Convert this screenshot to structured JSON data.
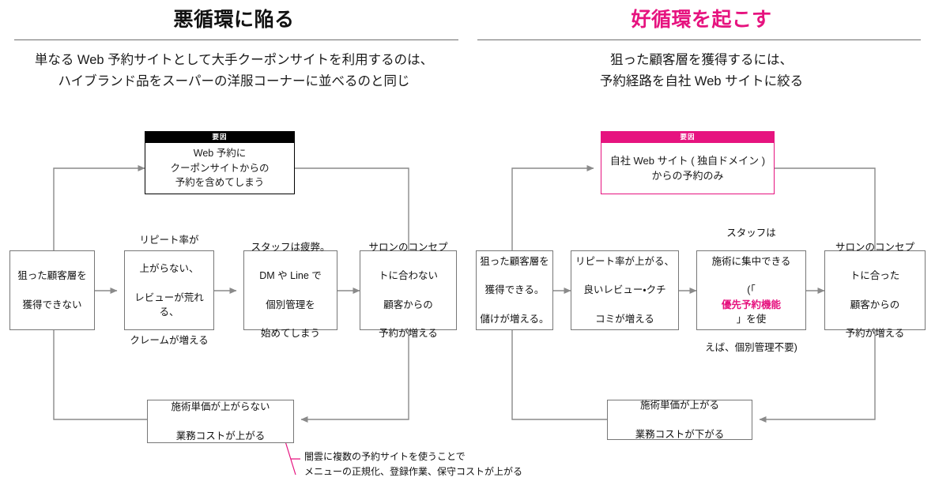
{
  "left": {
    "title": "悪循環に陥る",
    "subtitle_line1": "単なる Web 予約サイトとして大手クーポンサイトを利用するのは、",
    "subtitle_line2": "ハイブランド品をスーパーの洋服コーナーに並べるのと同じ",
    "factor": {
      "header": "要因",
      "line1": "Web 予約に",
      "line2": "クーポンサイトからの",
      "line3": "予約を含めてしまう"
    },
    "nodes": [
      {
        "id": "l1",
        "line1": "狙った顧客層を",
        "line2": "獲得できない"
      },
      {
        "id": "l2",
        "line1": "リピート率が",
        "line2": "上がらない、",
        "line3": "レビューが荒れる、",
        "line4": "クレームが増える"
      },
      {
        "id": "l3",
        "line1": "スタッフは疲弊。",
        "line2": "DM や Line で",
        "line3": "個別管理を",
        "line4": "始めてしまう"
      },
      {
        "id": "l4",
        "line1": "サロンのコンセプ",
        "line2": "トに合わない",
        "line3": "顧客からの",
        "line4": "予約が増える"
      }
    ],
    "bottom": {
      "line1": "施術単価が上がらない",
      "line2": "業務コストが上がる"
    },
    "callout": {
      "line1": "闇雲に複数の予約サイトを使うことで",
      "line2": "メニューの正規化、登録作業、保守コストが上がる"
    }
  },
  "right": {
    "title": "好循環を起こす",
    "subtitle_line1": "狙った顧客層を獲得するには、",
    "subtitle_line2": "予約経路を自社 Web サイトに絞る",
    "factor": {
      "header": "要因",
      "line1": "自社 Web サイト ( 独自ドメイン )",
      "line2": "からの予約のみ"
    },
    "nodes": [
      {
        "id": "r1",
        "line1": "狙った顧客層を",
        "line2": "獲得できる。",
        "line3": "儲けが増える。"
      },
      {
        "id": "r2",
        "line1": "リピート率が上がる、",
        "line2": "良いレビュー・クチ",
        "line3": "コミが増える"
      },
      {
        "id": "r3",
        "line1": "スタッフは",
        "line2": "施術に集中できる",
        "line3_pre": "(「",
        "line3_hl": "優先予約機能",
        "line3_post": "」を使",
        "line4": "えば、個別管理不要)"
      },
      {
        "id": "r4",
        "line1": "サロンのコンセプ",
        "line2": "トに合った",
        "line3": "顧客からの",
        "line4": "予約が増える"
      }
    ],
    "bottom": {
      "line1": "施術単価が上がる",
      "line2": "業務コストが下がる"
    }
  },
  "colors": {
    "pink": "#E6137F",
    "black": "#000000",
    "wire": "#8a8a8a",
    "box_border": "#777777"
  }
}
